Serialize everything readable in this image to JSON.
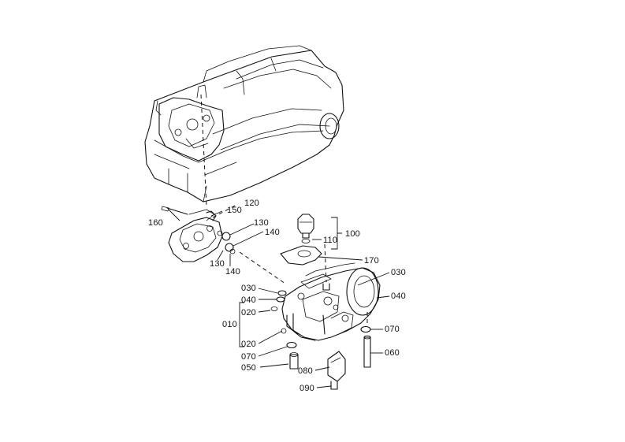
{
  "labels": {
    "l120": "120",
    "l150": "150",
    "l160": "160",
    "l130a": "130",
    "l140a": "140",
    "l130b": "130",
    "l140b": "140",
    "l100": "100",
    "l110": "110",
    "l170": "170",
    "l030a": "030",
    "l040a": "040",
    "l030b": "030",
    "l040b": "040",
    "l020a": "020",
    "l010": "010",
    "l020b": "020",
    "l070a": "070",
    "l050": "050",
    "l080": "080",
    "l090": "090",
    "l070b": "070",
    "l060": "060"
  }
}
